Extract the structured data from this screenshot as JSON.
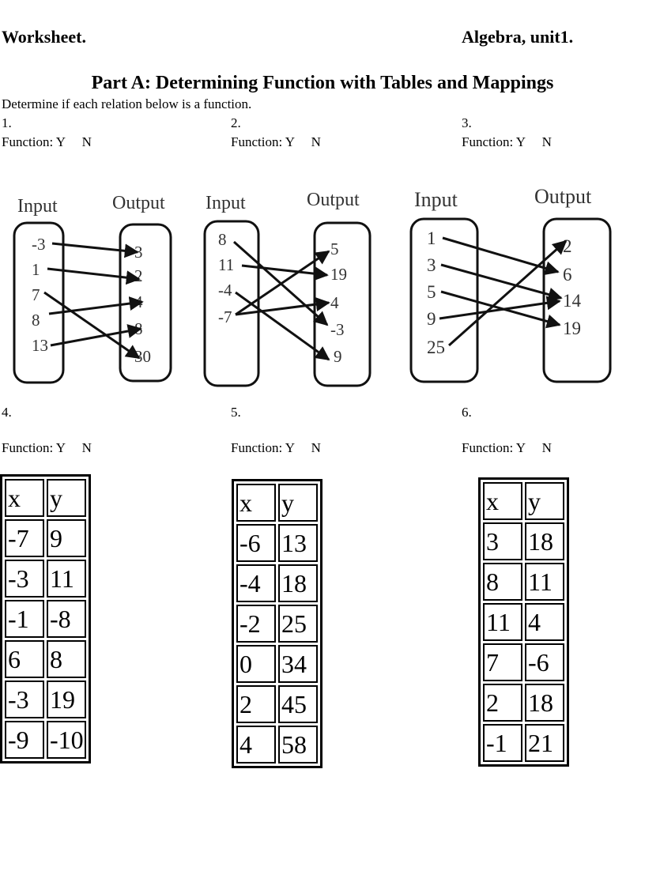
{
  "header": {
    "left": "Worksheet.",
    "right": "Algebra, unit1."
  },
  "part_title": "Part A: Determining Function with Tables and Mappings",
  "instruction": "Determine if each relation below is a function.",
  "function_prompt": "Function: Y     N",
  "mappings": [
    {
      "number": "1.",
      "input_label": "Input",
      "output_label": "Output",
      "inputs": [
        "-3",
        "1",
        "7",
        "8",
        "13"
      ],
      "outputs": [
        "3",
        "2",
        "4",
        "8",
        "30"
      ],
      "arrows": [
        [
          0,
          0
        ],
        [
          1,
          1
        ],
        [
          3,
          2
        ],
        [
          4,
          3
        ],
        [
          2,
          4
        ]
      ]
    },
    {
      "number": "2.",
      "input_label": "Input",
      "output_label": "Output",
      "inputs": [
        "8",
        "11",
        "-4",
        "-7"
      ],
      "outputs": [
        "5",
        "19",
        "4",
        "-3",
        "9"
      ],
      "arrows": [
        [
          0,
          3
        ],
        [
          1,
          1
        ],
        [
          2,
          4
        ],
        [
          3,
          0
        ],
        [
          3,
          2
        ]
      ]
    },
    {
      "number": "3.",
      "input_label": "Input",
      "output_label": "Output",
      "inputs": [
        "1",
        "3",
        "5",
        "9",
        "25"
      ],
      "outputs": [
        "2",
        "6",
        "14",
        "19"
      ],
      "arrows": [
        [
          0,
          1
        ],
        [
          1,
          2
        ],
        [
          2,
          3
        ],
        [
          3,
          2
        ],
        [
          4,
          0
        ]
      ]
    }
  ],
  "tables": [
    {
      "number": "4.",
      "headers": [
        "x",
        "y"
      ],
      "rows": [
        [
          "-7",
          "9"
        ],
        [
          "-3",
          "11"
        ],
        [
          "-1",
          "-8"
        ],
        [
          "6",
          "8"
        ],
        [
          "-3",
          "19"
        ],
        [
          "-9",
          "-10"
        ]
      ]
    },
    {
      "number": "5.",
      "headers": [
        "x",
        "y"
      ],
      "rows": [
        [
          "-6",
          "13"
        ],
        [
          "-4",
          "18"
        ],
        [
          "-2",
          "25"
        ],
        [
          "0",
          "34"
        ],
        [
          "2",
          "45"
        ],
        [
          "4",
          "58"
        ]
      ]
    },
    {
      "number": "6.",
      "headers": [
        "x",
        "y"
      ],
      "rows": [
        [
          "3",
          "18"
        ],
        [
          "8",
          "11"
        ],
        [
          "11",
          "4"
        ],
        [
          "7",
          "-6"
        ],
        [
          "2",
          "18"
        ],
        [
          "-1",
          "21"
        ]
      ]
    }
  ]
}
